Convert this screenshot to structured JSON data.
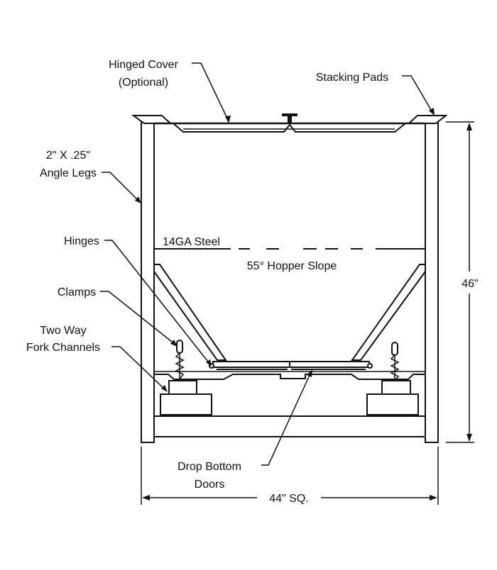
{
  "labels": {
    "hinged_cover_1": "Hinged Cover",
    "hinged_cover_2": "(Optional)",
    "stacking_pads": "Stacking Pads",
    "angle_legs_1": "2\" X .25\"",
    "angle_legs_2": "Angle Legs",
    "steel": "14GA Steel",
    "hopper_slope": "55° Hopper Slope",
    "hinges": "Hinges",
    "clamps": "Clamps",
    "fork_channels_1": "Two Way",
    "fork_channels_2": "Fork Channels",
    "drop_bottom_1": "Drop Bottom",
    "drop_bottom_2": "Doors",
    "height_dim": "46\"",
    "width_dim": "44\" SQ."
  },
  "colors": {
    "line": "#111111",
    "background": "#ffffff"
  }
}
